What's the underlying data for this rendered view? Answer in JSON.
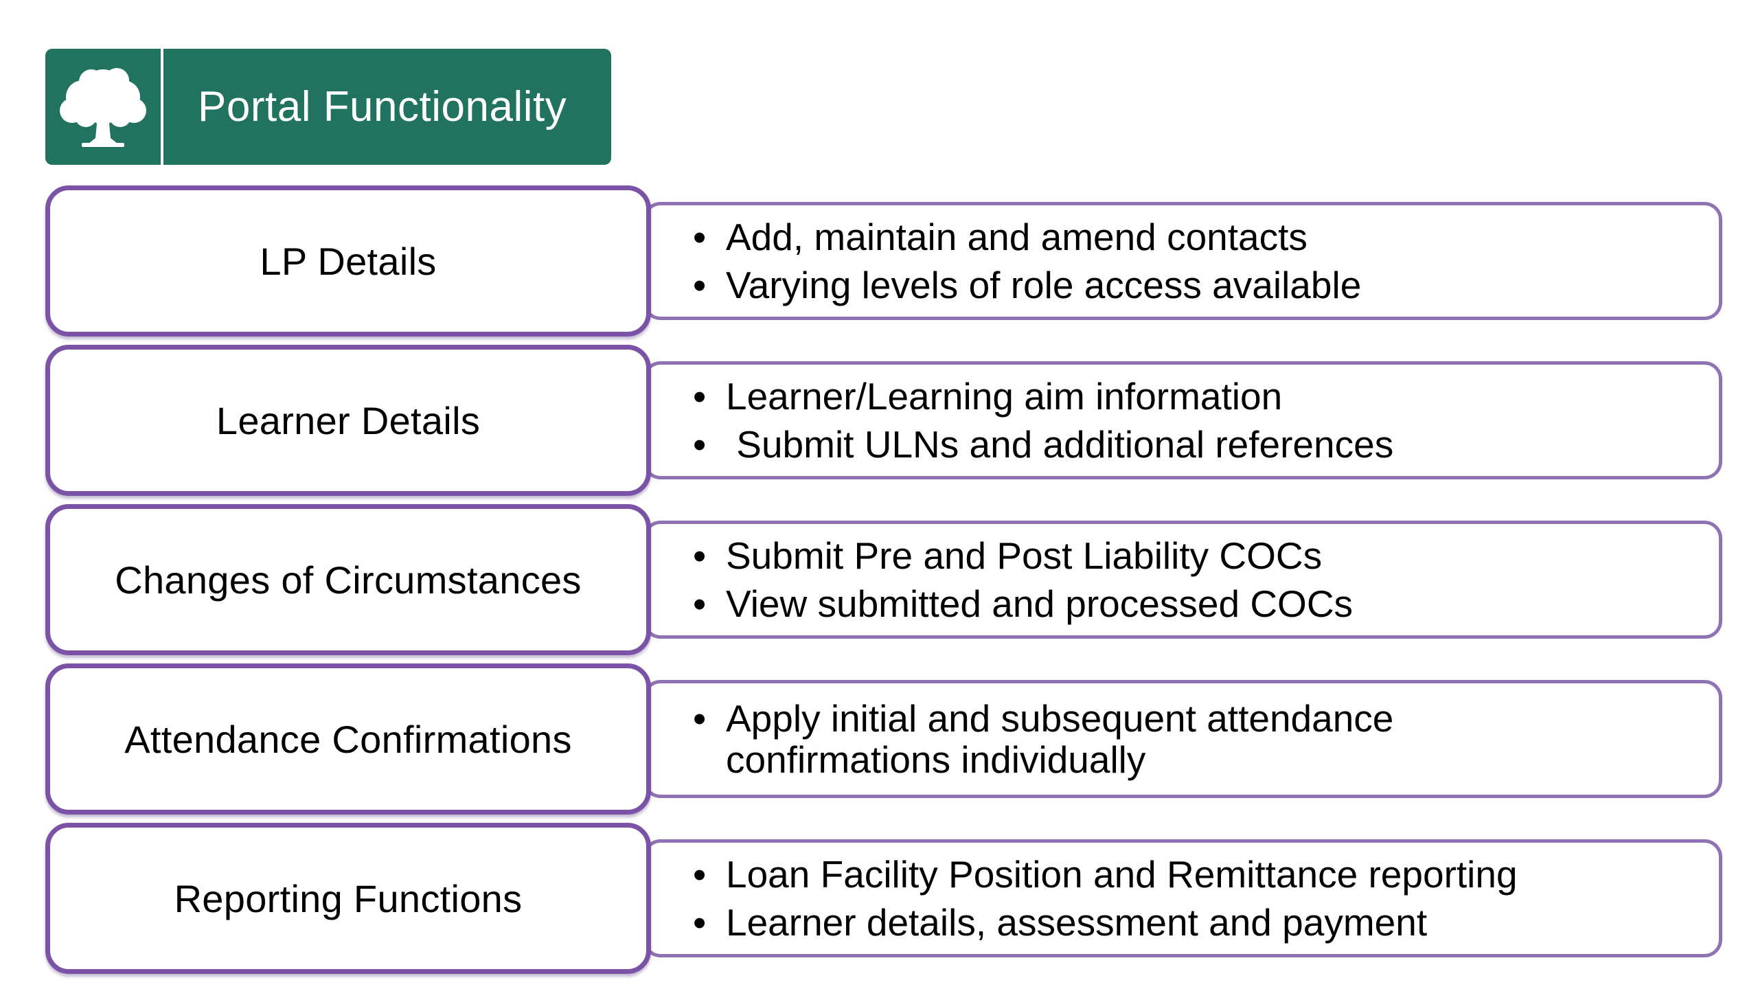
{
  "header": {
    "title": "Portal Functionality",
    "logo_icon": "oak-tree-icon",
    "color": "#21735f"
  },
  "rows": [
    {
      "label": "LP Details",
      "bullets": [
        "Add, maintain and amend contacts",
        "Varying levels of role access available"
      ]
    },
    {
      "label": "Learner Details",
      "bullets": [
        "Learner/Learning aim information",
        " Submit ULNs and additional references"
      ]
    },
    {
      "label": "Changes of Circumstances",
      "bullets": [
        "Submit Pre and Post Liability COCs",
        "View submitted and processed COCs"
      ]
    },
    {
      "label": "Attendance Confirmations",
      "bullets": [
        "Apply initial and subsequent attendance confirmations individually"
      ]
    },
    {
      "label": "Reporting Functions",
      "bullets": [
        "Loan Facility Position and Remittance reporting",
        "Learner details, assessment and payment"
      ]
    }
  ],
  "colors": {
    "label_border": "#7a53a6",
    "desc_border": "#8e72b3"
  }
}
